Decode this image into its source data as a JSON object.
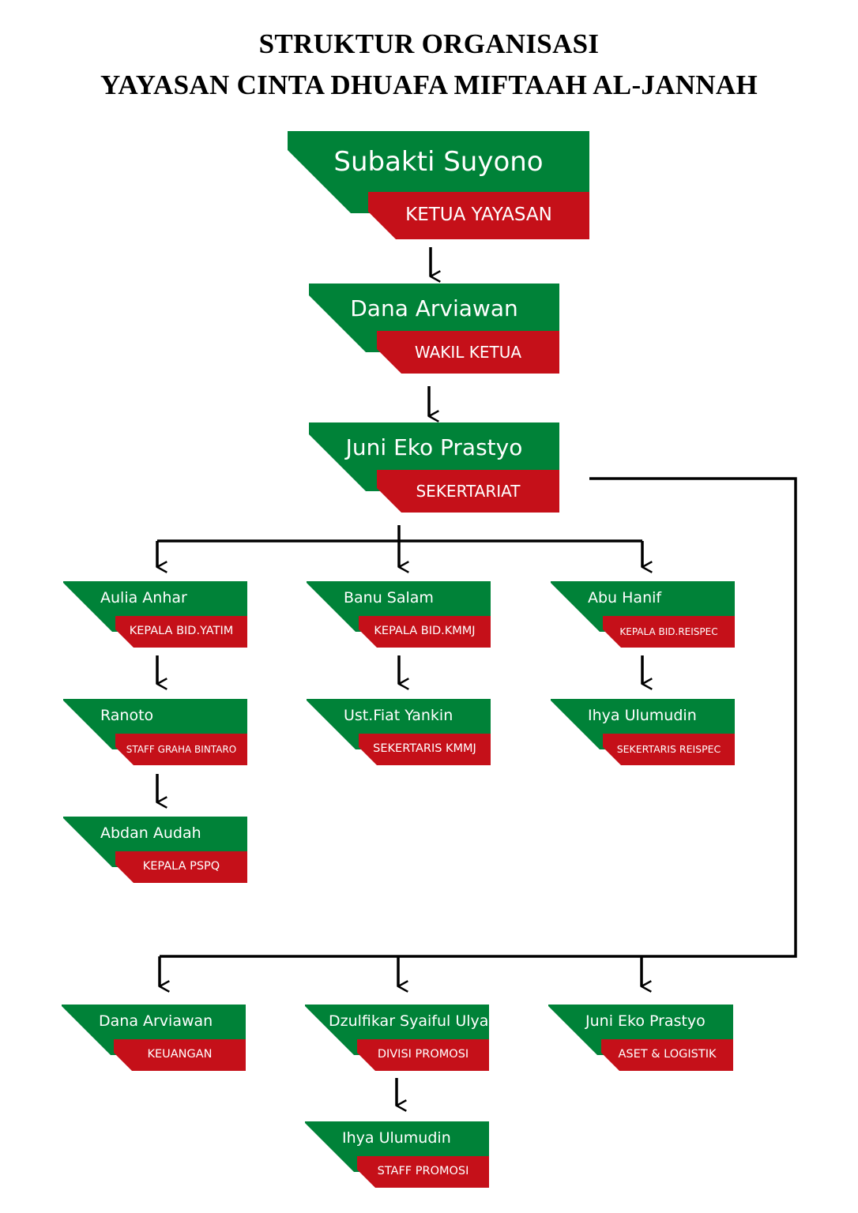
{
  "title": {
    "line1": "STRUKTUR ORGANISASI",
    "line2": "YAYASAN CINTA DHUAFA MIFTAAH AL-JANNAH"
  },
  "colors": {
    "green": "#008238",
    "red": "#c51019",
    "line": "#000000"
  },
  "nodes": [
    {
      "id": "ketua",
      "name": "Subakti Suyono",
      "role": "KETUA YAYASAN"
    },
    {
      "id": "wakil",
      "name": "Dana Arviawan",
      "role": "WAKIL KETUA"
    },
    {
      "id": "sekretariat",
      "name": "Juni Eko Prastyo",
      "role": "SEKERTARIAT"
    },
    {
      "id": "yatim",
      "name": "Aulia Anhar",
      "role": "KEPALA BID.YATIM"
    },
    {
      "id": "kmmj",
      "name": "Banu Salam",
      "role": "KEPALA BID.KMMJ"
    },
    {
      "id": "reispec",
      "name": "Abu Hanif",
      "role": "KEPALA BID.REISPEC"
    },
    {
      "id": "graha",
      "name": "Ranoto",
      "role": "STAFF GRAHA BINTARO"
    },
    {
      "id": "sek-kmmj",
      "name": "Ust.Fiat Yankin",
      "role": "SEKERTARIS KMMJ"
    },
    {
      "id": "sek-reispec",
      "name": "Ihya Ulumudin",
      "role": "SEKERTARIS REISPEC"
    },
    {
      "id": "pspq",
      "name": "Abdan Audah",
      "role": "KEPALA PSPQ"
    },
    {
      "id": "keuangan",
      "name": "Dana Arviawan",
      "role": "KEUANGAN"
    },
    {
      "id": "promosi",
      "name": "Dzulfikar Syaiful Ulya",
      "role": "DIVISI PROMOSI"
    },
    {
      "id": "aset",
      "name": "Juni Eko Prastyo",
      "role": "ASET & LOGISTIK"
    },
    {
      "id": "staff-promosi",
      "name": "Ihya Ulumudin",
      "role": "STAFF PROMOSI"
    }
  ]
}
